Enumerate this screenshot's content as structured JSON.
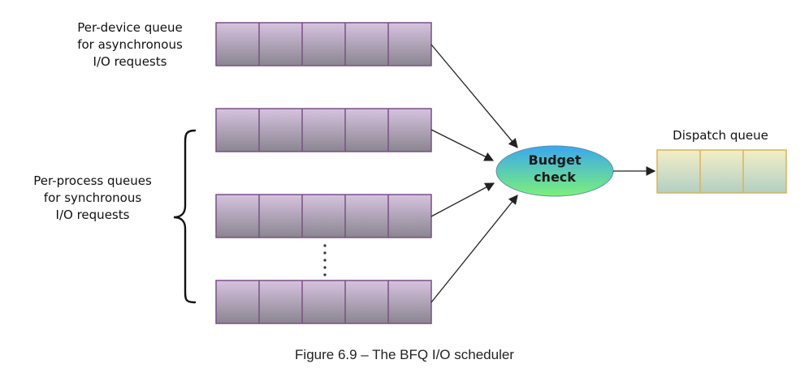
{
  "labels": {
    "async_queue": [
      "Per-device queue",
      "for asynchronous",
      "I/O requests"
    ],
    "sync_queues": [
      "Per-process queues",
      "for synchronous",
      "I/O requests"
    ],
    "dispatch_queue": "Dispatch queue",
    "budget_check": [
      "Budget",
      "check"
    ]
  },
  "caption": "Figure 6.9 – The BFQ I/O scheduler",
  "colors": {
    "queue_top": "#d6c3df",
    "queue_bottom": "#8a8590",
    "queue_border": "#7a4f86",
    "dispatch_top": "#f3eec6",
    "dispatch_bottom": "#b2cfc4",
    "dispatch_border": "#d8b45a",
    "ellipse_top": "#3aa7ee",
    "ellipse_bottom": "#7cf07a",
    "arrow": "#222222"
  }
}
